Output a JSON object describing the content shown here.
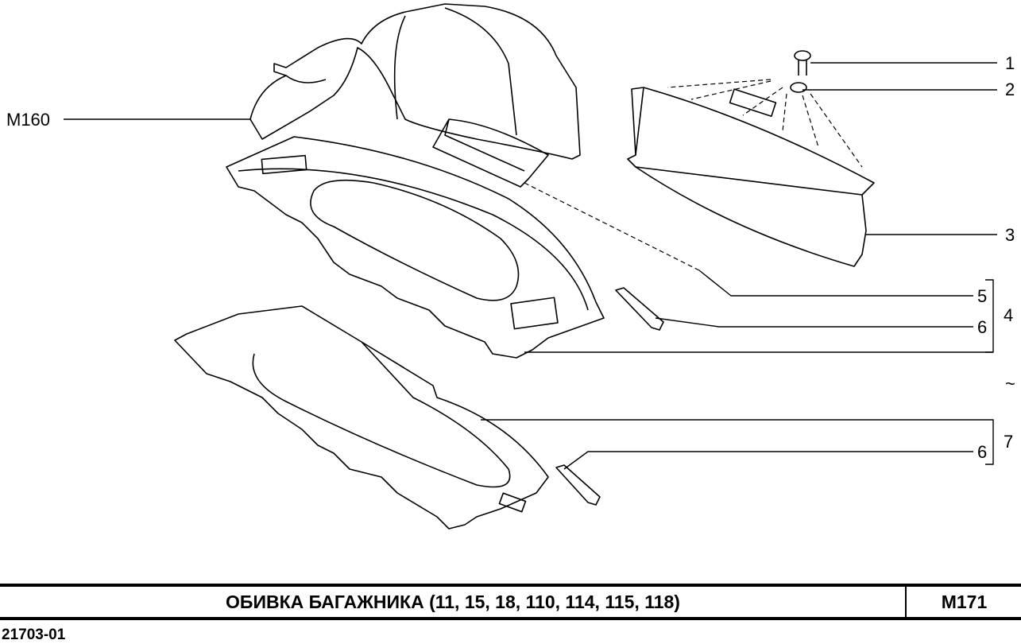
{
  "diagram": {
    "callouts": {
      "ref_m160": "M160",
      "c1": "1",
      "c2": "2",
      "c3": "3",
      "c5": "5",
      "c6a": "6",
      "c4": "4",
      "tilde": "~",
      "c6b": "6",
      "c7": "7"
    }
  },
  "title_block": {
    "title": "ОБИВКА  БАГАЖНИКА (11, 15, 18, 110, 114, 115, 118)",
    "code": "M171",
    "drawing_number": "21703-01"
  }
}
